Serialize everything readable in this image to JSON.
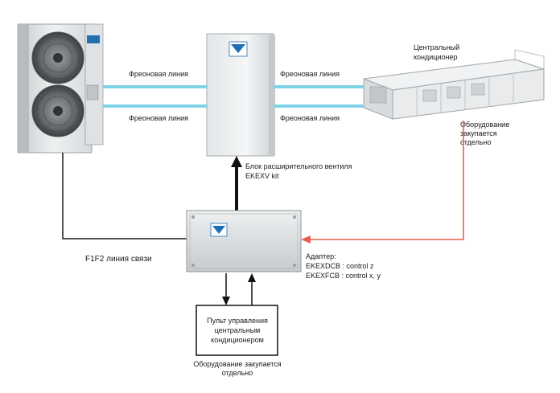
{
  "freon_line_label": "Фреоновая линия",
  "valve_block": {
    "title": "Блок расширительного вентиля",
    "model": "EKEXV kit"
  },
  "central_unit": {
    "title_line1": "Центральный",
    "title_line2": "кондиционер",
    "note_line1": "Оборудование",
    "note_line2": "закупается",
    "note_line3": "отдельно"
  },
  "comm_line_label": "F1F2 линия связи",
  "adapter": {
    "title": "Адаптер:",
    "line1": "EKEXDCB : control  z",
    "line2": "EKEXFCB : control  x,  y"
  },
  "remote_panel": {
    "line1": "Пульт управления",
    "line2": "центральным",
    "line3": "кондиционером"
  },
  "remote_note": {
    "line1": "Оборудование закупается",
    "line2": "отдельно"
  },
  "colors": {
    "freon_line": "#7fd3e6",
    "adapter_link": "#e8604a",
    "brand_blue": "#1f6fb4"
  },
  "icons": {
    "outdoor_unit": "outdoor-unit-icon",
    "valve_box": "expansion-valve-box-icon",
    "ahu": "air-handling-unit-icon",
    "control_box": "control-box-icon",
    "logo": "daikin-logo-icon"
  }
}
